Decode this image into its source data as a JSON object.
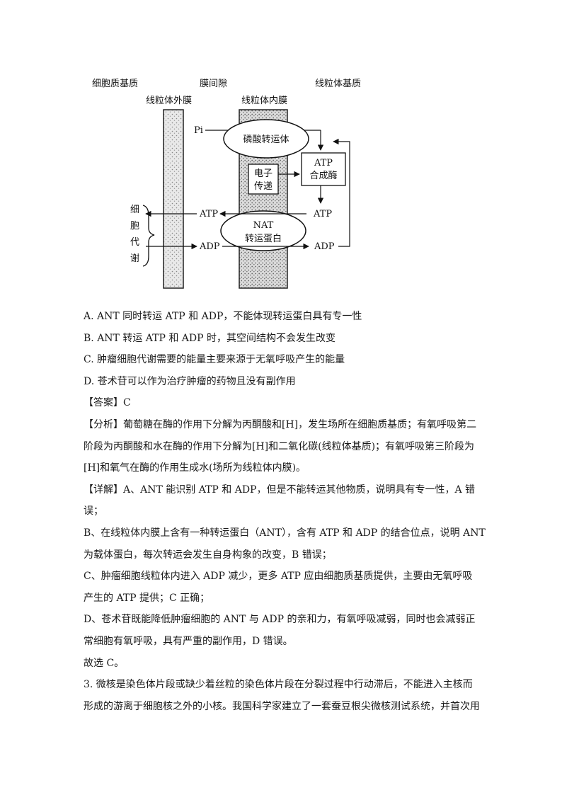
{
  "diagram": {
    "region_cytoplasm": "细胞质基质",
    "region_intermembrane": "膜间隙",
    "region_matrix": "线粒体基质",
    "outer_membrane": "线粒体外膜",
    "inner_membrane": "线粒体内膜",
    "pi": "Pi",
    "phosphate_transporter": "磷酸转运体",
    "atp_synthase_line1": "ATP",
    "atp_synthase_line2": "合成酶",
    "electron_line1": "电子",
    "electron_line2": "传递",
    "nat_line1": "NAT",
    "nat_line2": "转运蛋白",
    "atp_left": "ATP",
    "adp_left": "ADP",
    "atp_right": "ATP",
    "adp_right": "ADP",
    "metabolism": [
      "细",
      "胞",
      "代",
      "谢"
    ]
  },
  "lines": [
    "A. ANT 同时转运 ATP 和 ADP，不能体现转运蛋白具有专一性",
    "B. ANT 转运 ATP 和 ADP 时，其空间结构不会发生改变",
    "C. 肿瘤细胞代谢需要的能量主要来源于无氧呼吸产生的能量",
    "D. 苍术苷可以作为治疗肿瘤的药物且没有副作用",
    "【答案】C",
    "【分析】葡萄糖在酶的作用下分解为丙酮酸和[H]，发生场所在细胞质基质；有氧呼吸第二",
    "阶段为丙酮酸和水在酶的作用下分解为[H]和二氧化碳(线粒体基质)；有氧呼吸第三阶段为",
    "[H]和氧气在酶的作用生成水(场所为线粒体内膜)。",
    "【详解】A、ANT 能识别 ATP 和 ADP，但是不能转运其他物质，说明具有专一性，A 错",
    "误；",
    "B、在线粒体内膜上含有一种转运蛋白（ANT），含有 ATP 和 ADP 的结合位点，说明 ANT",
    "为载体蛋白，每次转运会发生自身构象的改变，B 错误；",
    "C、肿瘤细胞线粒体内进入 ADP 减少，更多 ATP 应由细胞质基质提供，主要由无氧呼吸",
    "产生的 ATP 提供；C 正确；",
    "D、苍术苷既能降低肿瘤细胞的 ANT 与 ADP 的亲和力，有氧呼吸减弱，同时也会减弱正",
    "常细胞有氧呼吸，具有严重的副作用，D 错误。",
    "故选 C。",
    "3. 微核是染色体片段或缺少着丝粒的染色体片段在分裂过程中行动滞后，不能进入主核而",
    "形成的游离于细胞核之外的小核。我国科学家建立了一套蚕豆根尖微核测试系统，并首次用"
  ]
}
